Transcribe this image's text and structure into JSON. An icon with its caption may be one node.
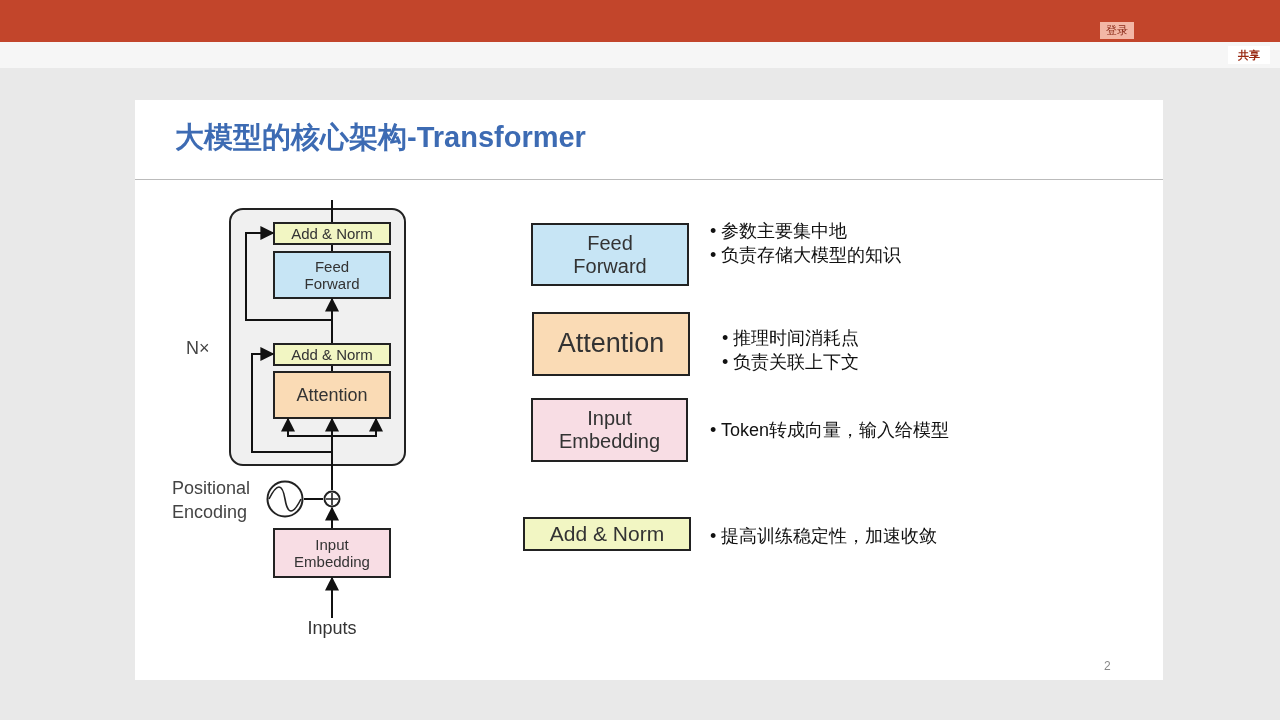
{
  "diagram": {
    "title": "大模型的核心架构-Transformer",
    "nodes": [
      {
        "text": [],
        "shape": "box",
        "beside": [
          "N×"
        ]
      },
      {
        "text": [
          "Add & Norm"
        ],
        "in": 0
      },
      {
        "text": [
          "Feed Forward"
        ],
        "in": 0
      },
      {
        "text": [
          "Add & Norm"
        ],
        "in": 0
      },
      {
        "text": [
          "Attention"
        ],
        "in": 0
      },
      {
        "text": [],
        "shape": "circle",
        "beside": [
          "Positional Encoding"
        ]
      },
      {
        "text": [],
        "shape": "circle"
      },
      {
        "text": [
          "Input Embedding"
        ]
      },
      {
        "text": [
          "Inputs"
        ]
      },
      {
        "text": [
          "Feed Forward"
        ],
        "beside": [
          "• 参数主要集中地",
          "• 负责存储大模型的知识"
        ]
      },
      {
        "text": [
          "Attention"
        ],
        "beside": [
          "• 推理时间消耗点",
          "• 负责关联上下文"
        ]
      },
      {
        "text": [
          "Input Embedding"
        ],
        "beside": [
          "• Token转成向量，输入给模型"
        ]
      },
      {
        "text": [
          "Add & Norm"
        ],
        "beside": [
          "• 提高训练稳定性，加速收敛"
        ]
      }
    ],
    "edges": [
      {
        "from": 8,
        "to": 7,
        "arrow": "to"
      },
      {
        "from": 7,
        "to": 6,
        "arrow": "to"
      },
      {
        "from": 5,
        "to": 6,
        "arrow": "none"
      },
      {
        "from": 6,
        "to": 4,
        "arrow": "to"
      },
      {
        "from": 6,
        "to": 4,
        "arrow": "to"
      },
      {
        "from": 6,
        "to": 4,
        "arrow": "to"
      },
      {
        "from": 6,
        "to": 3,
        "arrow": "to"
      },
      {
        "from": 4,
        "to": 3,
        "arrow": "none"
      },
      {
        "from": 3,
        "to": 2,
        "arrow": "to"
      },
      {
        "from": 3,
        "to": 1,
        "arrow": "to"
      },
      {
        "from": 2,
        "to": 1,
        "arrow": "none"
      },
      {
        "from": 1,
        "to": null,
        "arrow": "none"
      }
    ],
    "labels": [
      "登录",
      "共享",
      "2"
    ]
  }
}
